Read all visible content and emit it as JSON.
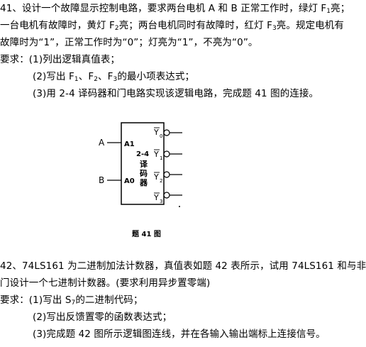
{
  "q41": {
    "line1": {
      "pre": "41、设计一个故障显示控制电路，要求两台电机 A 和 B 正常工作时，绿灯 F",
      "sub": "1",
      "post": "亮；"
    },
    "line2": {
      "pre": "一台电机有故障时，黄灯 F",
      "sub1": "2",
      "mid": "亮；两台电机同时有故障时，红灯 F",
      "sub2": "3",
      "post": "亮。规定电机有"
    },
    "line3": "故障时为“1”，正常工作时为“0”；灯亮为“1”，不亮为“0”。",
    "req_intro": "要求：(1)列出逻辑真值表；",
    "req2": {
      "pre": "(2)写出 F",
      "s1": "1",
      "sep1": "、F",
      "s2": "2",
      "sep2": "、F",
      "s3": "3",
      "post": "的最小项表达式；"
    },
    "req3": "(3)用 2-4 译码器和门电路实现该逻辑电路，完成题 41 图的连接。"
  },
  "figure41": {
    "input_a": "A",
    "input_b": "B",
    "pin_a1": "A1",
    "pin_a0": "A0",
    "chip_type": "2-4",
    "chip_name_chars": [
      "译",
      "码",
      "器"
    ],
    "outputs": [
      {
        "name": "Y",
        "sub": "0"
      },
      {
        "name": "Y",
        "sub": "1"
      },
      {
        "name": "Y",
        "sub": "2"
      },
      {
        "name": "Y",
        "sub": "3"
      }
    ],
    "caption": "题 41 图"
  },
  "q42": {
    "line1": "42、74LS161 为二进制加法计数器，真值表如题 42 表所示，试用 74LS161 和与非",
    "line2": "门设计一个七进制计数器。(要求利用异步置零端)",
    "req1": {
      "pre": "要求：(1)写出 S",
      "sub": "7",
      "post": "的二进制代码；"
    },
    "req2": "(2)写出反馈置零的函数表达式；",
    "req3": "(3)完成题 42 图所示逻辑图连线，并在各输入输出端标上连接信号。"
  }
}
